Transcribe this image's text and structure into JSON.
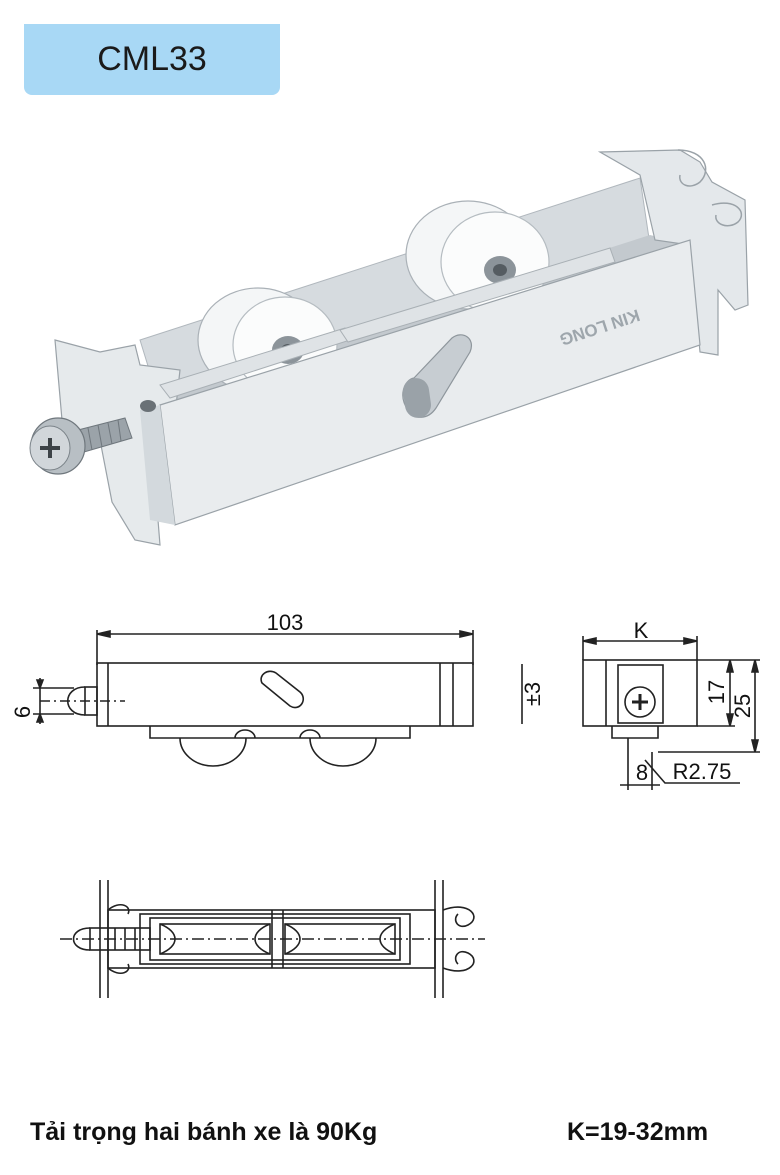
{
  "product": {
    "code": "CML33"
  },
  "render": {
    "brand_mark": "KIN LONG"
  },
  "side_view": {
    "length_label": "103",
    "screw_label": "6",
    "adjust_label": "±3"
  },
  "end_view": {
    "width_label": "K",
    "height_inner_label": "17",
    "height_outer_label": "25",
    "groove_label": "8",
    "radius_label": "R2.75"
  },
  "captions": {
    "load_text": "Tải trọng hai bánh xe là 90Kg",
    "k_range_text": "K=19-32mm"
  },
  "colors": {
    "badge": "#a8d8f5",
    "housing": "#e3e7ea",
    "housing_dark": "#b9c0c5",
    "wheel": "#fafbfb",
    "line": "#222222"
  }
}
